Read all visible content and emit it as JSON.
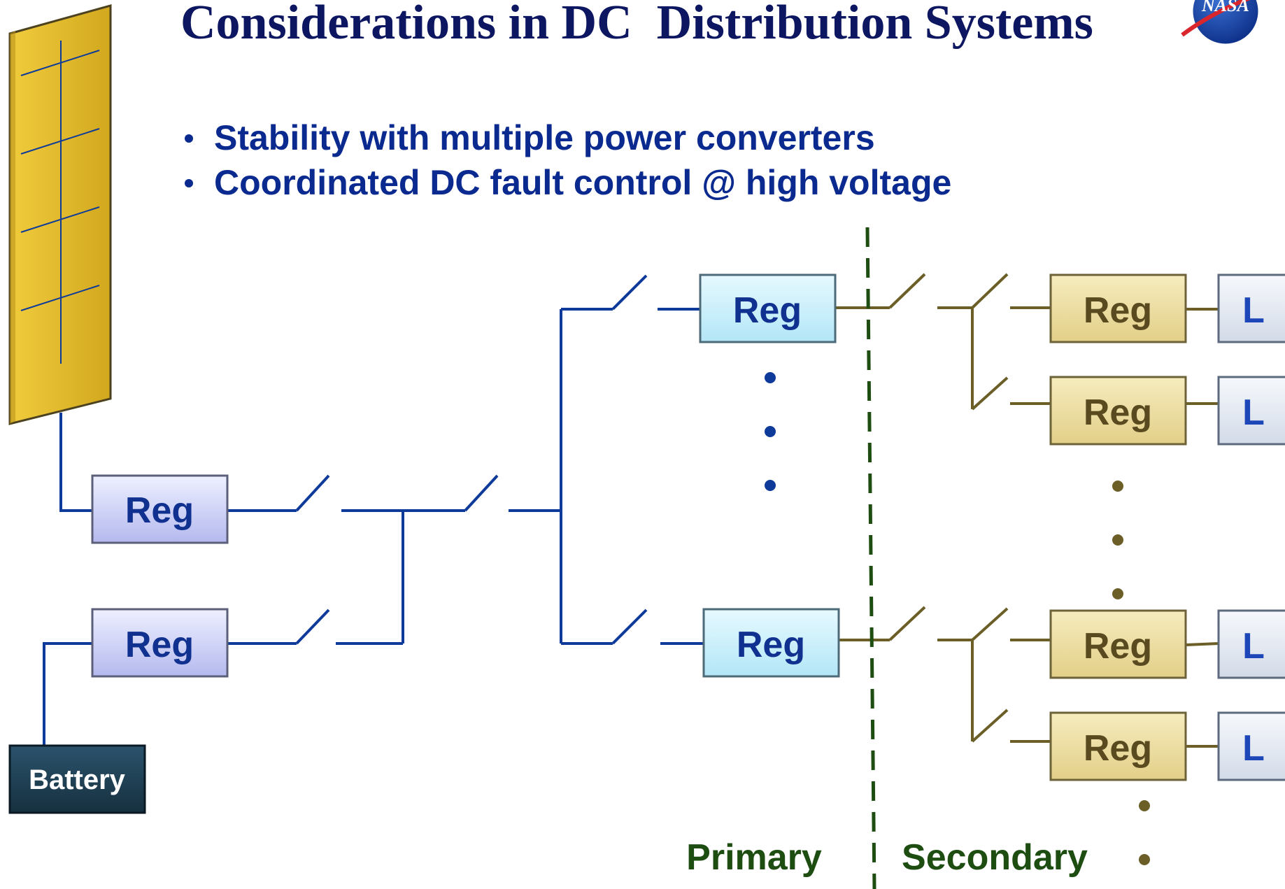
{
  "title": "Considerations in DC  Distribution Systems",
  "bullets": [
    "Stability with multiple power converters",
    "Coordinated DC fault control @ high voltage"
  ],
  "logo_text": "NASA",
  "regulator_label": "Reg",
  "battery_label": "Battery",
  "load_label": "L",
  "zones": {
    "primary": "Primary",
    "secondary": "Secondary"
  },
  "colors": {
    "title": "#0d1660",
    "bullets": "#0b2a8f",
    "primary_bus": "#0e3a9a",
    "secondary_bus": "#6b5f27",
    "divider": "#1e4d12",
    "solar_panel": "#e2b92e",
    "battery": "#1c3d52"
  },
  "icons": [
    "solar-panel-icon",
    "nasa-logo-icon"
  ]
}
